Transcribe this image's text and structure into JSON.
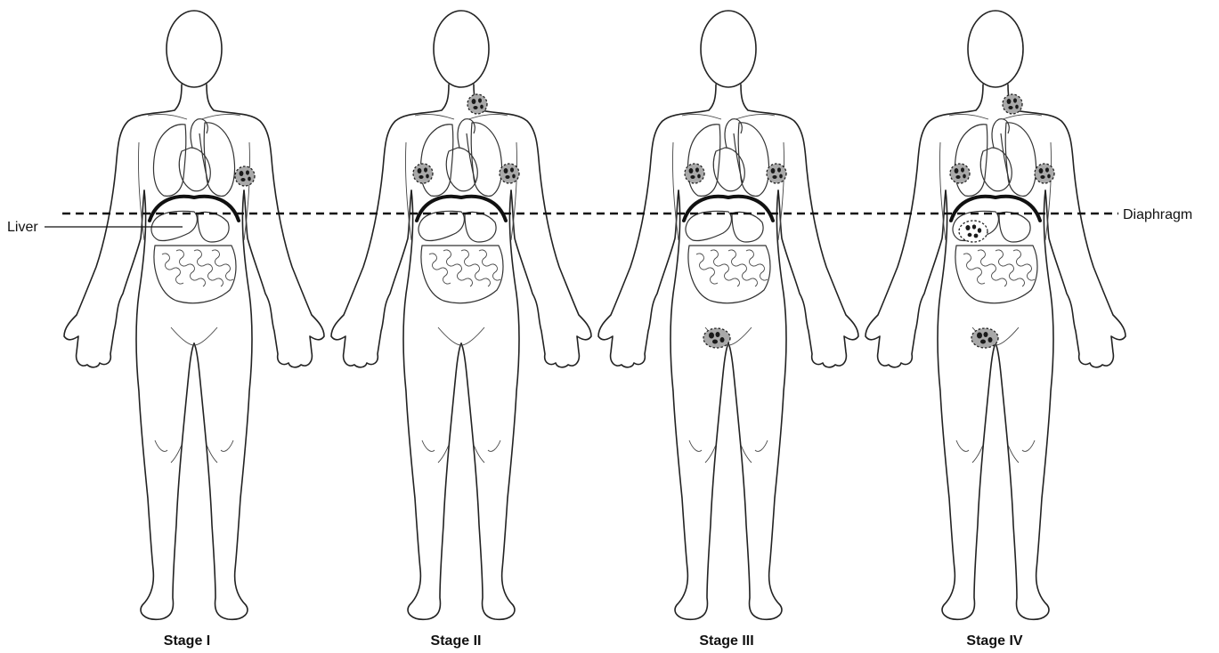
{
  "labels": {
    "liver": "Liver",
    "diaphragm": "Diaphragm"
  },
  "stages": [
    {
      "label": "Stage I",
      "nodes": [
        "left-axillary"
      ]
    },
    {
      "label": "Stage II",
      "nodes": [
        "left-cervical",
        "right-axillary",
        "left-axillary"
      ]
    },
    {
      "label": "Stage III",
      "nodes": [
        "right-axillary",
        "left-axillary",
        "inguinal"
      ]
    },
    {
      "label": "Stage IV",
      "nodes": [
        "left-cervical",
        "right-axillary",
        "left-axillary",
        "inguinal",
        "liver"
      ]
    }
  ],
  "colors": {
    "outline": "#222222",
    "node_fill": "#a9a9a9",
    "node_spots": "#1a1a1a",
    "diaphragm_line": "#111111"
  }
}
